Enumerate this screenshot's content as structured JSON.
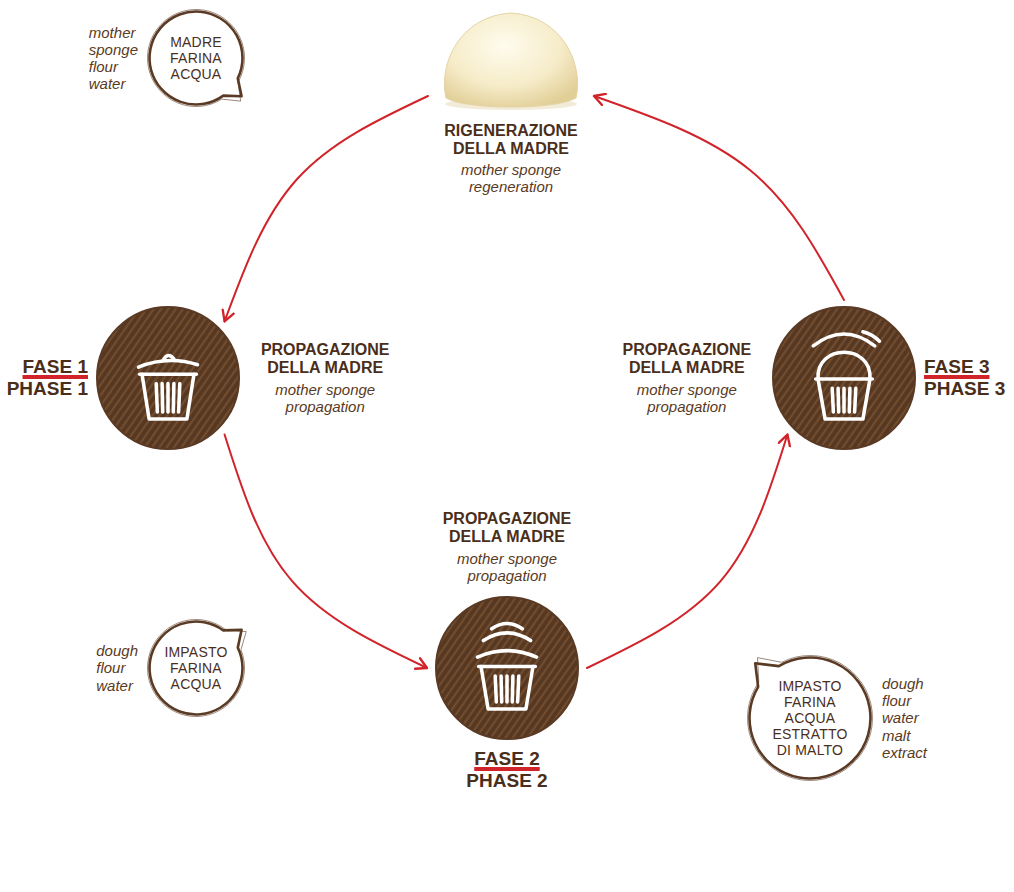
{
  "diagram": {
    "nodes": [
      {
        "text": [
          "MADRE FARINA ACQUA",
          "mother sponge flour water"
        ]
      },
      {
        "text": [
          "RIGENERAZIONE DELLA MADRE",
          "mother sponge regeneration"
        ]
      },
      {
        "text": [
          "FASE 1",
          "PHASE 1",
          "PROPAGAZIONE DELLA MADRE",
          "mother sponge propagation"
        ]
      },
      {
        "text": [
          "FASE 3",
          "PHASE 3",
          "PROPAGAZIONE DELLA MADRE",
          "mother sponge propagation"
        ]
      },
      {
        "text": [
          "FASE 2",
          "PHASE 2",
          "PROPAGAZIONE DELLA MADRE",
          "mother sponge propagation"
        ]
      },
      {
        "text": [
          "IMPASTO FARINA ACQUA",
          "dough flour water"
        ]
      },
      {
        "text": [
          "IMPASTO FARINA ACQUA ESTRATTO DI MALTO",
          "dough flour water malt extract"
        ]
      }
    ],
    "edges": [
      {
        "from": 1,
        "to": 2,
        "arrow": "to"
      },
      {
        "from": 2,
        "to": 4,
        "arrow": "to"
      },
      {
        "from": 4,
        "to": 3,
        "arrow": "to"
      },
      {
        "from": 3,
        "to": 1,
        "arrow": "to"
      }
    ]
  }
}
